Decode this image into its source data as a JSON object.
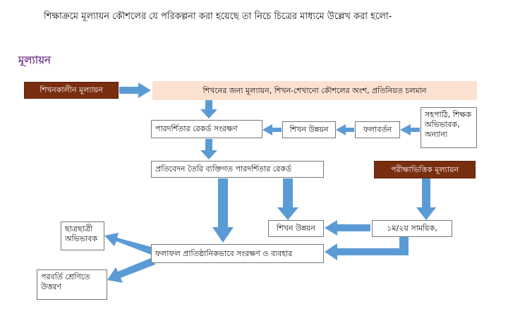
{
  "heading": "শিক্ষাক্রমে মূল্যায়ন কৌশলের যে পরিকল্পনা করা হয়েছে তা নিচে চিত্রের মাধ্যমে উল্লেখ করা হলো-",
  "section_title": "মূল্যায়ন",
  "nodes": {
    "formative": "শিখনকালীন মূল্যায়ন",
    "assessment_for_learning": "শিখনের জন্য মূল্যায়ন, শিখন-শেখানো কৌশলের অংশ, প্রতিনিয়ত চলমান",
    "record_transparency": "পারদর্শিতার রেকর্ড সংরক্ষণ",
    "learning_improvement_top": "শিখন উন্নয়ন",
    "feedback": "ফলাবর্তন",
    "stakeholders": "সহপাঠি, শিক্ষক অভিভাবক, অন্যান্য",
    "report_record": "প্রতিবেদন তৈরি ব্যক্তিগত পারদর্শিতার রেকর্ড",
    "summative": "পরীক্ষাভিত্তিক মূল্যায়ন",
    "learning_improvement_bottom": "শিখন উন্নয়ন",
    "term_exams": "১ম/২য়  সাময়িক,",
    "students_guardians": "ছাত্রছাত্রী অভিভাবক",
    "institutional_storage": "ফলাফল প্রাতিষ্ঠানিকভাবে সংরক্ষণ ও ব্যবহার",
    "promotion": "পরবর্তি শ্রেণিতে উত্তরণ"
  },
  "colors": {
    "arrow": "#5b9bd5",
    "dark_box": "#7a2e10",
    "peach_box": "#fbe1cf",
    "title": "#7a3f8f"
  }
}
